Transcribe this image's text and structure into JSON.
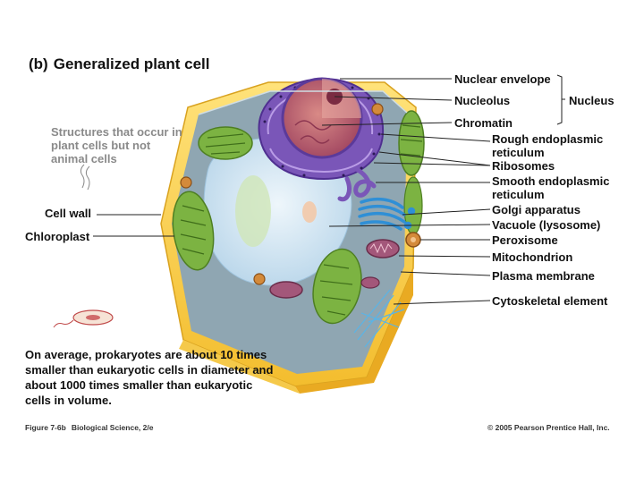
{
  "title": {
    "tag": "(b)",
    "text": "Generalized plant cell"
  },
  "labels": {
    "nuclear_envelope": "Nuclear envelope",
    "nucleolus": "Nucleolus",
    "chromatin": "Chromatin",
    "nucleus": "Nucleus",
    "rough_er": [
      "Rough endoplasmic",
      "reticulum"
    ],
    "ribosomes": "Ribosomes",
    "smooth_er": [
      "Smooth endoplasmic",
      "reticulum"
    ],
    "golgi": "Golgi apparatus",
    "vacuole": "Vacuole (lysosome)",
    "peroxisome": "Peroxisome",
    "mitochondrion": "Mitochondrion",
    "plasma_membrane": "Plasma membrane",
    "cytoskeletal": "Cytoskeletal element",
    "cell_wall": "Cell wall",
    "chloroplast": "Chloroplast"
  },
  "plant_note": "Structures that occur in plant cells but not animal cells",
  "size_note": "On average, prokaryotes are about 10 times smaller than eukaryotic cells in diameter and about 1000 times smaller than eukaryotic cells in volume.",
  "caption": {
    "figure": "Figure 7-6b",
    "book": "Biological Science, 2/e"
  },
  "copyright": "© 2005 Pearson Prentice Hall, Inc."
}
